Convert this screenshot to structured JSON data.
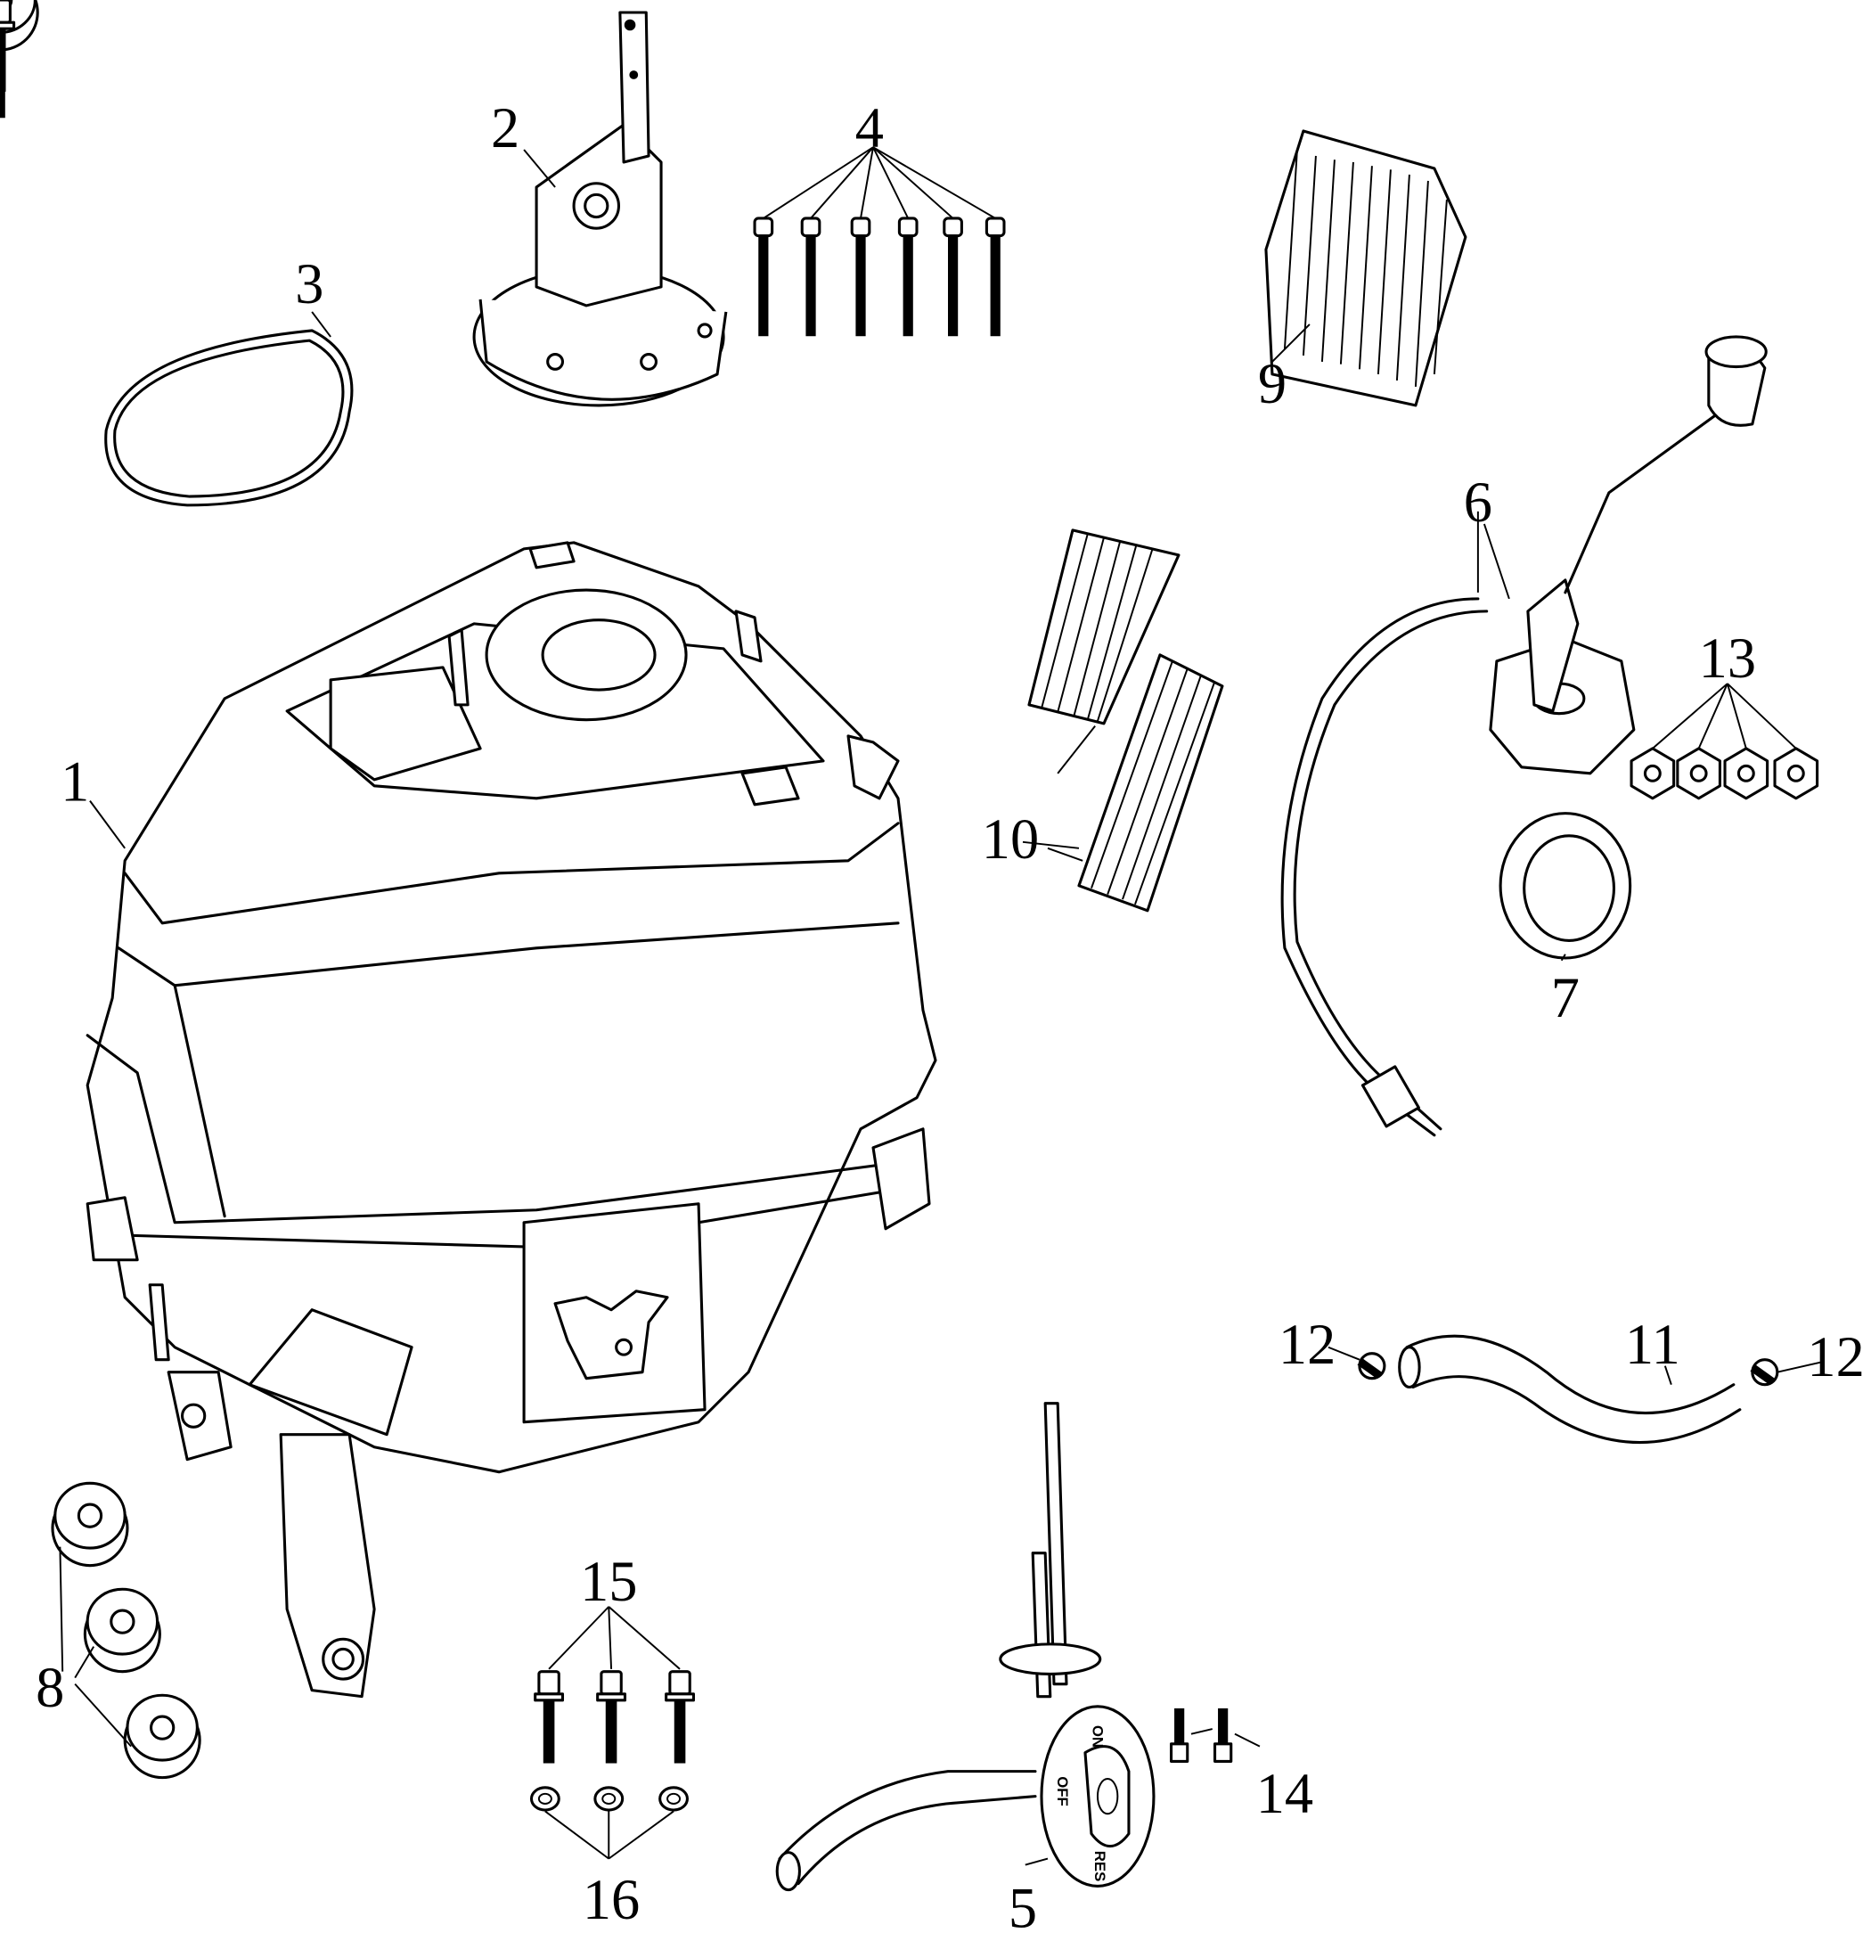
{
  "diagram": {
    "callouts": [
      {
        "id": "1",
        "text": "1"
      },
      {
        "id": "2",
        "text": "2"
      },
      {
        "id": "3",
        "text": "3"
      },
      {
        "id": "4",
        "text": "4"
      },
      {
        "id": "5",
        "text": "5"
      },
      {
        "id": "6",
        "text": "6"
      },
      {
        "id": "7",
        "text": "7"
      },
      {
        "id": "8",
        "text": "8"
      },
      {
        "id": "9",
        "text": "9"
      },
      {
        "id": "10",
        "text": "10"
      },
      {
        "id": "11",
        "text": "11"
      },
      {
        "id": "12a",
        "text": "12"
      },
      {
        "id": "12b",
        "text": "12"
      },
      {
        "id": "13",
        "text": "13"
      },
      {
        "id": "14",
        "text": "14"
      },
      {
        "id": "15",
        "text": "15"
      },
      {
        "id": "16",
        "text": "16"
      }
    ],
    "fuel_tap_markings": {
      "on": "ON",
      "off": "OFF",
      "res": "RES"
    }
  }
}
